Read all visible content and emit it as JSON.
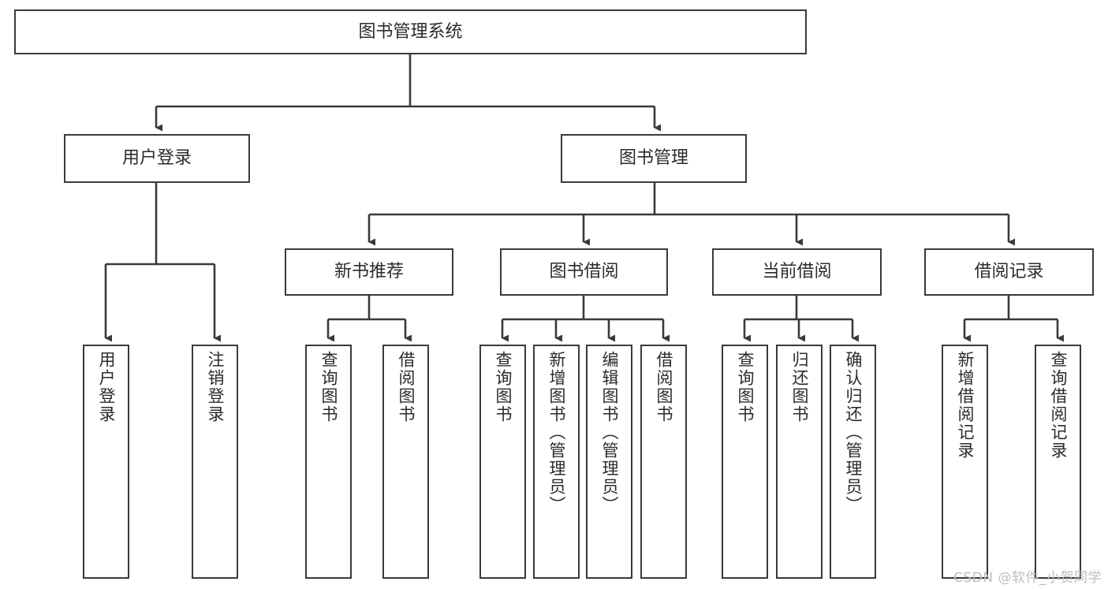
{
  "diagram": {
    "type": "hierarchy-tree",
    "title": "图书管理系统",
    "watermark": "CSDN @软件_小贺同学",
    "root": {
      "id": "root",
      "label": "图书管理系统"
    },
    "level2": [
      {
        "id": "user-login",
        "label": "用户登录"
      },
      {
        "id": "book-management",
        "label": "图书管理"
      }
    ],
    "level3": [
      {
        "id": "new-book-recommend",
        "label": "新书推荐",
        "parent": "book-management"
      },
      {
        "id": "book-borrow",
        "label": "图书借阅",
        "parent": "book-management"
      },
      {
        "id": "current-borrow",
        "label": "当前借阅",
        "parent": "book-management"
      },
      {
        "id": "borrow-record",
        "label": "借阅记录",
        "parent": "book-management"
      }
    ],
    "leaves": {
      "user-login": [
        {
          "id": "leaf-user-login",
          "label": "用户登录"
        },
        {
          "id": "leaf-logout",
          "label": "注销登录"
        }
      ],
      "new-book-recommend": [
        {
          "id": "leaf-query-book-1",
          "label": "查询图书"
        },
        {
          "id": "leaf-borrow-book-1",
          "label": "借阅图书"
        }
      ],
      "book-borrow": [
        {
          "id": "leaf-query-book-2",
          "label": "查询图书"
        },
        {
          "id": "leaf-add-book",
          "label": "新增图书（管理员）"
        },
        {
          "id": "leaf-edit-book",
          "label": "编辑图书（管理员）"
        },
        {
          "id": "leaf-borrow-book-2",
          "label": "借阅图书"
        }
      ],
      "current-borrow": [
        {
          "id": "leaf-query-book-3",
          "label": "查询图书"
        },
        {
          "id": "leaf-return-book",
          "label": "归还图书"
        },
        {
          "id": "leaf-confirm-return",
          "label": "确认归还（管理员）"
        }
      ],
      "borrow-record": [
        {
          "id": "leaf-add-record",
          "label": "新增借阅记录"
        },
        {
          "id": "leaf-query-record",
          "label": "查询借阅记录"
        }
      ]
    },
    "colors": {
      "stroke": "#3a3a3a",
      "text": "#2b2b2b",
      "background": "#ffffff",
      "watermark": "#bdbdbd"
    }
  }
}
